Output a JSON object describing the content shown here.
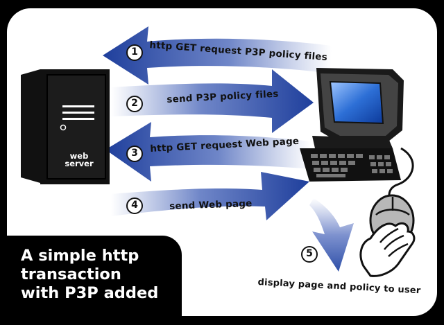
{
  "diagram": {
    "title_lines": [
      "A simple http",
      "transaction",
      "with P3P added"
    ],
    "server_label_lines": [
      "web",
      "server"
    ],
    "steps": [
      {
        "number": "1",
        "label": "http GET request P3P policy files"
      },
      {
        "number": "2",
        "label": "send P3P policy files"
      },
      {
        "number": "3",
        "label": "http GET request Web page"
      },
      {
        "number": "4",
        "label": "send Web page"
      },
      {
        "number": "5",
        "label": "display page and policy to user"
      }
    ]
  },
  "colors": {
    "arrow_blue": "#2e4fa8",
    "background": "#000000",
    "panel": "#ffffff",
    "screen_blue": "#2d6fd6"
  },
  "icons": [
    "web-server-icon",
    "computer-icon",
    "keyboard-icon",
    "mouse-icon",
    "hand-icon"
  ]
}
